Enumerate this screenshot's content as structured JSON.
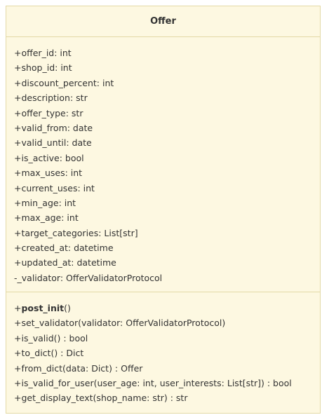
{
  "class": {
    "name": "Offer",
    "attributes": [
      "+offer_id: int",
      "+shop_id: int",
      "+discount_percent: int",
      "+description: str",
      "+offer_type: str",
      "+valid_from: date",
      "+valid_until: date",
      "+is_active: bool",
      "+max_uses: int",
      "+current_uses: int",
      "+min_age: int",
      "+max_age: int",
      "+target_categories: List[str]",
      "+created_at: datetime",
      "+updated_at: datetime",
      "-_validator: OfferValidatorProtocol"
    ],
    "methods": {
      "post_init": {
        "prefix": "+",
        "name": "post_init",
        "suffix": "()"
      },
      "others": [
        "+set_validator(validator: OfferValidatorProtocol)",
        "+is_valid() : bool",
        "+to_dict() : Dict",
        "+from_dict(data: Dict) : Offer",
        "+is_valid_for_user(user_age: int, user_interests: List[str]) : bool",
        "+get_display_text(shop_name: str) : str"
      ]
    }
  },
  "colors": {
    "fill": "#fdf8e1",
    "border": "#e3d9a6",
    "text": "#333333"
  }
}
